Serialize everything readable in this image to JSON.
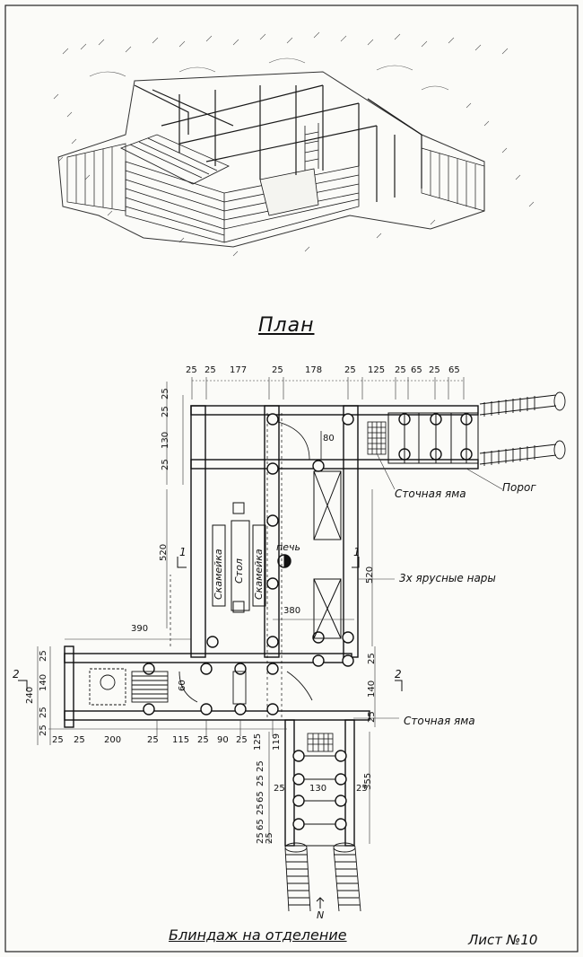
{
  "title": "План",
  "caption": "Блиндаж на отделение",
  "sheet_no": "Лист №10",
  "labels": {
    "drain_pit_top": "Сточная яма",
    "threshold": "Порог",
    "stove": "печь",
    "bunks": "3х ярусные нары",
    "drain_pit_bottom": "Сточная яма",
    "bench_left": "Скамейка",
    "table": "Стол",
    "bench_right": "Скамейка"
  },
  "section_marks": {
    "s1_left": "1",
    "s1_right": "1",
    "s2_left": "2",
    "s2_right": "2",
    "north": "N"
  },
  "dimensions": {
    "top_row": [
      "25",
      "25",
      "177",
      "25",
      "178",
      "25",
      "125",
      "25",
      "65",
      "25",
      "65"
    ],
    "left_col": [
      "25",
      "25",
      "130",
      "25"
    ],
    "left_long": "520",
    "right_long": "520",
    "d80": "80",
    "d380": "380",
    "d390": "390",
    "d60": "60",
    "left_small": [
      "25",
      "140",
      "25",
      "25"
    ],
    "d240": "240",
    "right_small": [
      "25",
      "140",
      "25"
    ],
    "bottom_row": [
      "25",
      "25",
      "200",
      "25",
      "115",
      "25",
      "90",
      "25",
      "125",
      "119"
    ],
    "corridor_left": [
      "25",
      "25",
      "65",
      "25",
      "65",
      "25",
      "25"
    ],
    "d130": "130",
    "corridor_right": [
      "25",
      "355"
    ]
  }
}
